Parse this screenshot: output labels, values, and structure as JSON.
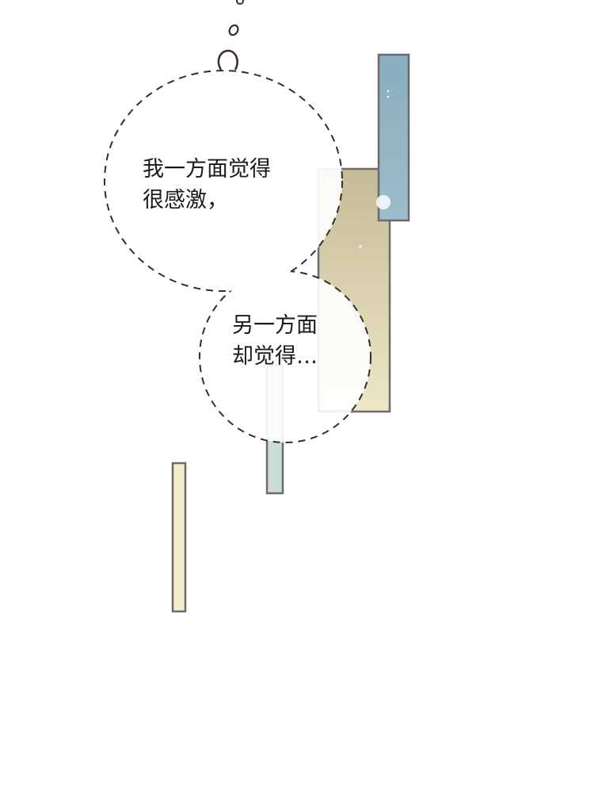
{
  "bubbles": [
    {
      "line1": "我一方面觉得",
      "line2": "很感激，"
    },
    {
      "line1": "另一方面",
      "line2": "却觉得…"
    }
  ],
  "colors": {
    "bubble_outline": "#3a2a2a",
    "panel_border": "#6b6b6b",
    "blue_panel": "#8fb2c3",
    "tan_panel_top": "#c6bb98",
    "tan_panel_bottom": "#ece7c6",
    "teal_panel": "#c9dcd6",
    "yellow_panel": "#f3edc9"
  }
}
